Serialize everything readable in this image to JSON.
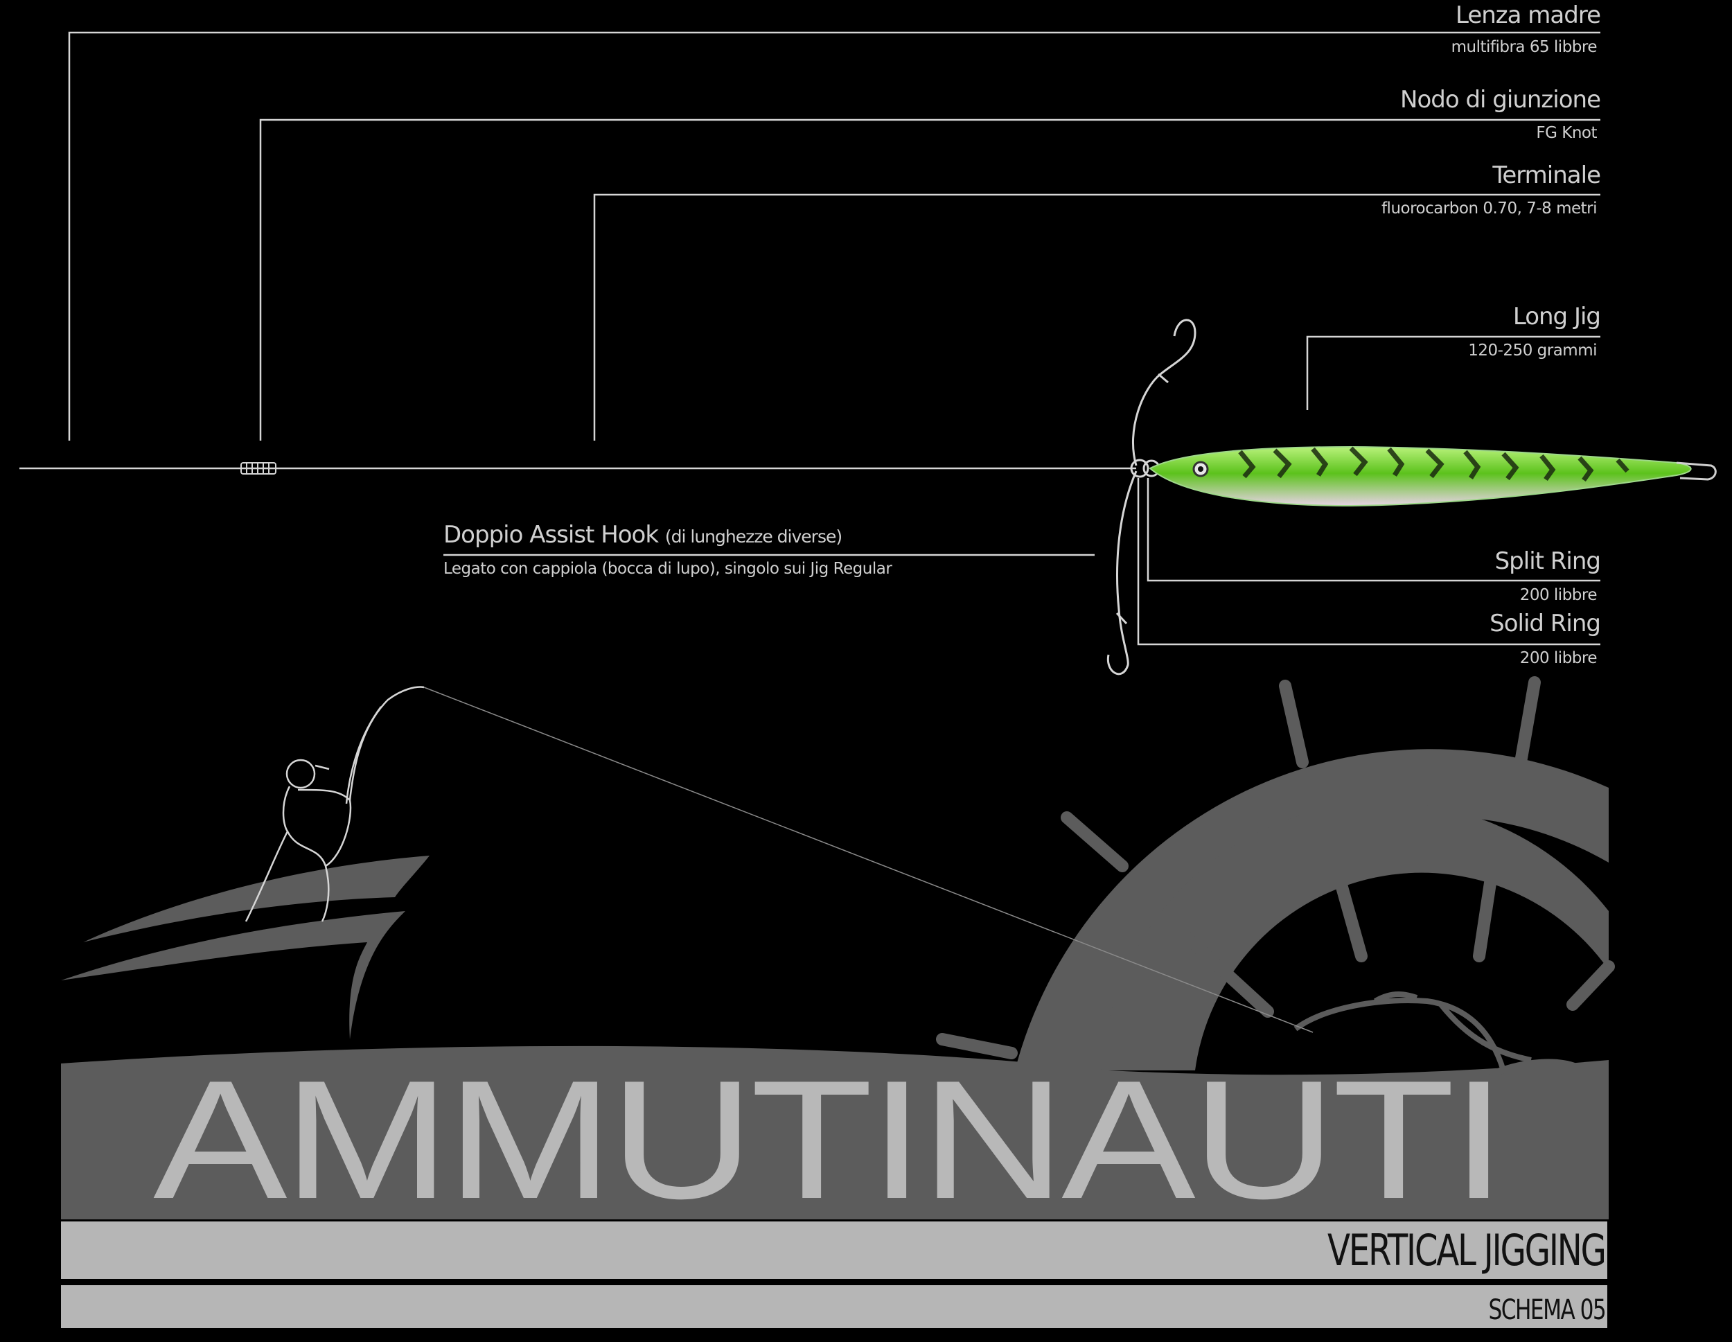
{
  "labels": {
    "main_line": {
      "title": "Lenza madre",
      "subtitle": "multifibra 65 libbre"
    },
    "joint_knot": {
      "title": "Nodo di giunzione",
      "subtitle": "FG Knot"
    },
    "leader": {
      "title": "Terminale",
      "subtitle": "fluorocarbon 0.70, 7-8 metri"
    },
    "long_jig": {
      "title": "Long Jig",
      "subtitle": "120-250 grammi"
    },
    "assist_hook": {
      "title": "Doppio Assist Hook",
      "note": "(di lunghezze diverse)",
      "subtitle": "Legato con cappiola (bocca di lupo), singolo sui Jig Regular"
    },
    "split_ring": {
      "title": "Split Ring",
      "subtitle": "200 libbre"
    },
    "solid_ring": {
      "title": "Solid Ring",
      "subtitle": "200 libbre"
    }
  },
  "brand": {
    "name": "AMMUTINAUTI",
    "band1": "VERTICAL JIGGING",
    "band2": "SCHEMA 05"
  },
  "colors": {
    "background": "#000000",
    "line": "#d6d6d6",
    "logo_grey": "#5c5c5c",
    "logo_light": "#b6b6b6",
    "jig_green": "#6fd12a"
  }
}
